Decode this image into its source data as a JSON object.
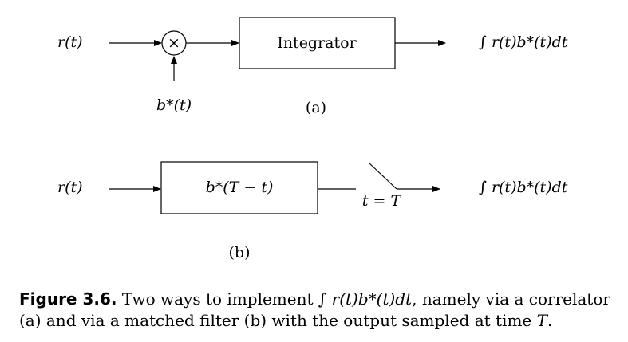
{
  "diagram_a": {
    "input_label": "r(t)",
    "multiplier_symbol": "×",
    "multiplier_input_label": "b*(t)",
    "block_label": "Integrator",
    "output_label": "∫ r(t)b*(t)dt",
    "panel_label": "(a)"
  },
  "diagram_b": {
    "input_label": "r(t)",
    "block_label": "b*(T − t)",
    "switch_label": "t = T",
    "output_label": "∫ r(t)b*(t)dt",
    "panel_label": "(b)"
  },
  "caption": {
    "figure_label": "Figure 3.6.",
    "text_1": " Two ways to implement ",
    "expr": "∫ r(t)b*(t)dt",
    "text_2": ", namely via a correlator (a) and via a matched filter (b) with the output sampled at time ",
    "T": "T",
    "end": "."
  }
}
